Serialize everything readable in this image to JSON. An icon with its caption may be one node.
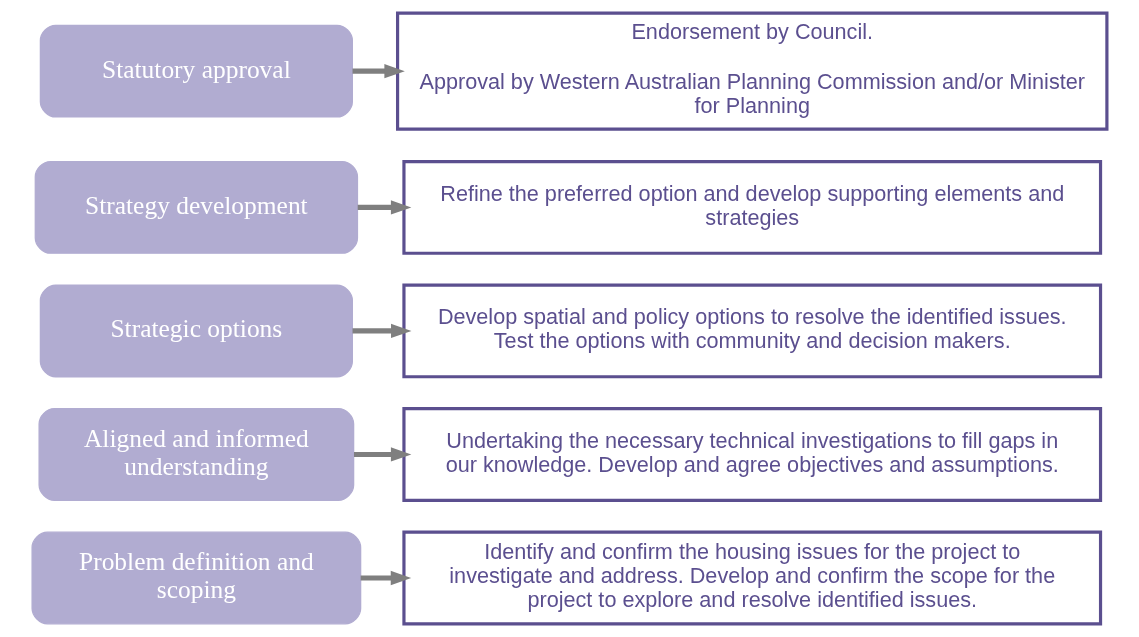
{
  "diagram": {
    "nodes": [
      {
        "text": [
          "Problem definition and scoping"
        ]
      },
      {
        "text": [
          "Identify and confirm the housing issues for the project to investigate and address. Develop and confirm the scope for the project to explore and resolve identified issues."
        ]
      },
      {
        "text": [
          "Aligned and informed understanding"
        ]
      },
      {
        "text": [
          "Undertaking the necessary technical investigations to fill gaps in our knowledge. Develop and agree objectives and assumptions."
        ]
      },
      {
        "text": [
          "Strategic options"
        ]
      },
      {
        "text": [
          "Develop spatial and policy options to resolve the identified issues. Test the options with community and decision makers."
        ]
      },
      {
        "text": [
          "Strategy development"
        ]
      },
      {
        "text": [
          "Refine the preferred option and develop supporting elements and strategies"
        ]
      },
      {
        "text": [
          "Statutory approval"
        ]
      },
      {
        "text": [
          "Endorsement by Council.",
          "Approval by Western Australian Planning Commission and/or Minister for Planning"
        ]
      }
    ],
    "edges": [
      {
        "from": 0,
        "to": 1,
        "arrow": "to"
      },
      {
        "from": 2,
        "to": 3,
        "arrow": "to"
      },
      {
        "from": 4,
        "to": 5,
        "arrow": "to"
      },
      {
        "from": 6,
        "to": 7,
        "arrow": "to"
      },
      {
        "from": 8,
        "to": 9,
        "arrow": "to"
      }
    ]
  }
}
